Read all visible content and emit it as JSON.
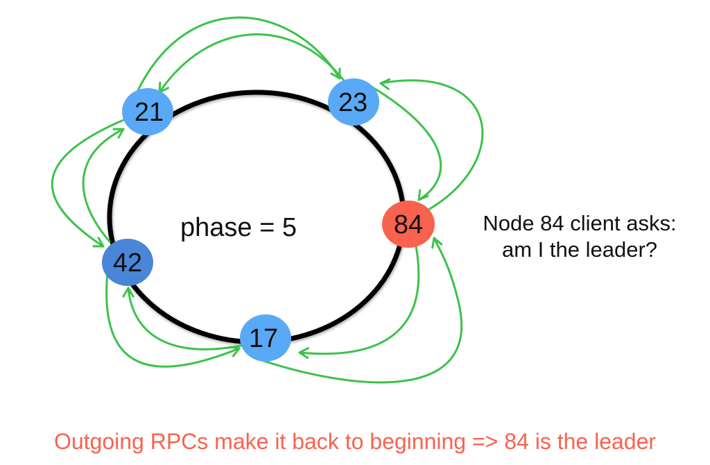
{
  "diagram": {
    "phase_text": "phase = 5",
    "annotation_line1": "Node 84 client asks:",
    "annotation_line2": "am I the leader?",
    "caption": "Outgoing RPCs make it back to beginning => 84 is the leader",
    "colors": {
      "node_default": "#5AA9F6",
      "node_highlight": "#4A86D8",
      "node_leader": "#F9624F",
      "arrow": "#3CC24A",
      "caption": "#F9624F",
      "ring": "#000000"
    },
    "nodes": [
      {
        "id": "21",
        "label": "21",
        "role": "default"
      },
      {
        "id": "23",
        "label": "23",
        "role": "default"
      },
      {
        "id": "84",
        "label": "84",
        "role": "leader"
      },
      {
        "id": "17",
        "label": "17",
        "role": "default"
      },
      {
        "id": "42",
        "label": "42",
        "role": "highlight"
      }
    ],
    "edges": [
      {
        "from": "23",
        "to": "21",
        "kind": "inner"
      },
      {
        "from": "21",
        "to": "23",
        "kind": "outer"
      },
      {
        "from": "84",
        "to": "23",
        "kind": "outer"
      },
      {
        "from": "23",
        "to": "84",
        "kind": "inner"
      },
      {
        "from": "84",
        "to": "17",
        "kind": "inner"
      },
      {
        "from": "17",
        "to": "84",
        "kind": "outer"
      },
      {
        "from": "17",
        "to": "42",
        "kind": "inner"
      },
      {
        "from": "42",
        "to": "17",
        "kind": "outer"
      },
      {
        "from": "42",
        "to": "21",
        "kind": "inner"
      },
      {
        "from": "21",
        "to": "42",
        "kind": "outer"
      }
    ]
  }
}
